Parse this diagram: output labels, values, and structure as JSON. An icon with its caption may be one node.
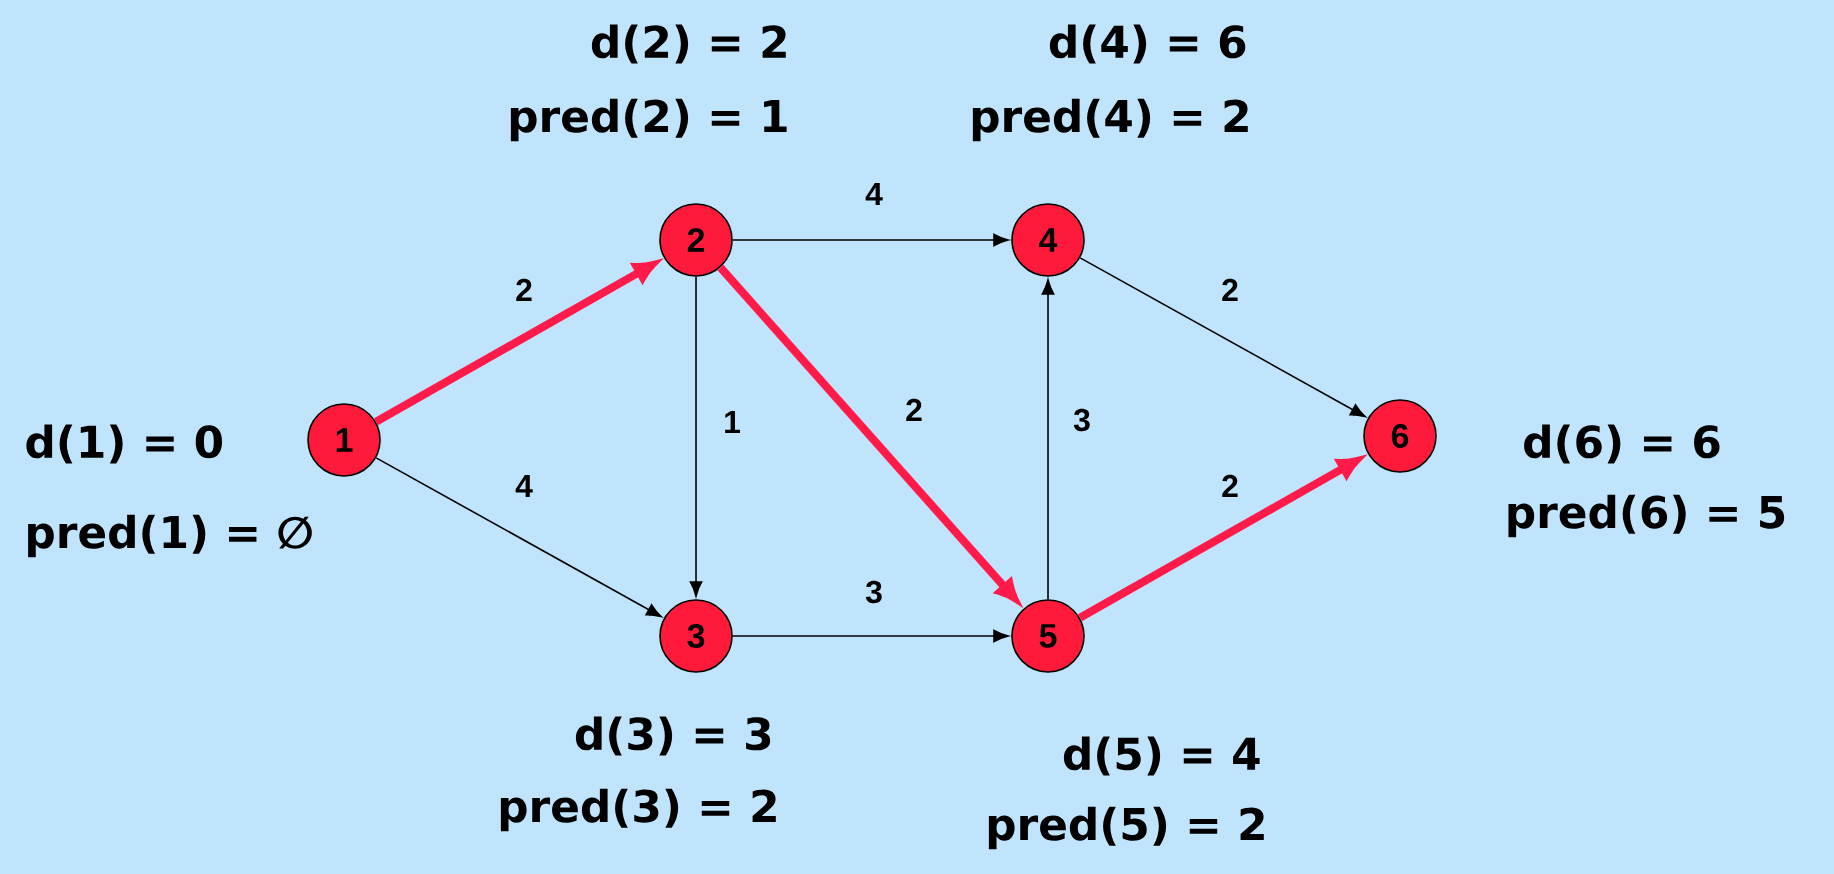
{
  "diagram": {
    "nodes": [
      {
        "text": [
          "1"
        ],
        "beside": [
          "d(1) = 0",
          "pred(1) = ∅"
        ]
      },
      {
        "text": [
          "2"
        ],
        "beside": [
          "d(2) = 2",
          "pred(2) = 1"
        ]
      },
      {
        "text": [
          "3"
        ],
        "beside": [
          "d(3) = 3",
          "pred(3) = 2"
        ]
      },
      {
        "text": [
          "4"
        ],
        "beside": [
          "d(4) = 6",
          "pred(4) = 2"
        ]
      },
      {
        "text": [
          "5"
        ],
        "beside": [
          "d(5) = 4",
          "pred(5) = 2"
        ]
      },
      {
        "text": [
          "6"
        ],
        "beside": [
          "d(6) = 6",
          "pred(6) = 5"
        ]
      }
    ],
    "edges": [
      {
        "from": 0,
        "to": 1,
        "arrow": "to",
        "label": "2",
        "style": "thick",
        "color": "#ff1a4a"
      },
      {
        "from": 0,
        "to": 2,
        "arrow": "to",
        "label": "4"
      },
      {
        "from": 1,
        "to": 3,
        "arrow": "to",
        "label": "4"
      },
      {
        "from": 1,
        "to": 2,
        "arrow": "to",
        "label": "1"
      },
      {
        "from": 1,
        "to": 4,
        "arrow": "to",
        "label": "2",
        "style": "thick",
        "color": "#ff1a4a"
      },
      {
        "from": 2,
        "to": 4,
        "arrow": "to",
        "label": "3"
      },
      {
        "from": 4,
        "to": 3,
        "arrow": "to",
        "label": "3"
      },
      {
        "from": 3,
        "to": 5,
        "arrow": "to",
        "label": "2"
      },
      {
        "from": 4,
        "to": 5,
        "arrow": "to",
        "label": "2",
        "style": "thick",
        "color": "#ff1a4a"
      }
    ]
  }
}
